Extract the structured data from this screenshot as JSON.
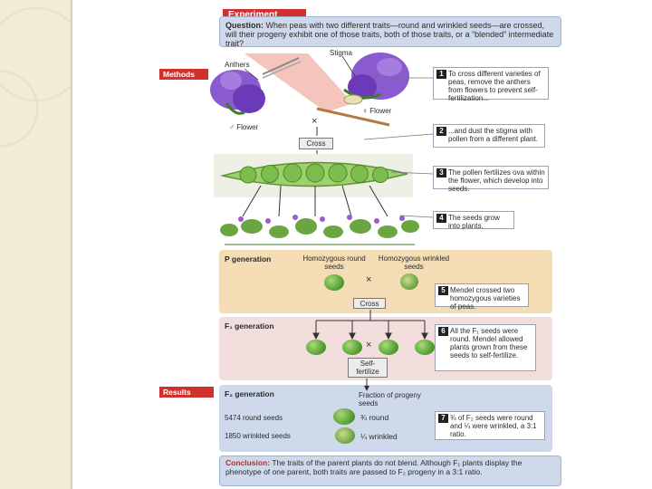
{
  "experiment_label": "Experiment",
  "question": {
    "label": "Question:",
    "text": "When peas with two different traits—round and wrinkled seeds—are crossed, will their progeny exhibit one of those traits, both of those traits, or a “blended” intermediate trait?"
  },
  "methods_label": "Methods",
  "results_label": "Results",
  "labels": {
    "anthers": "Anthers",
    "stigma": "Stigma",
    "male_flower": "♂ Flower",
    "female_flower": "♀ Flower",
    "cross_symbol": "×",
    "cross": "Cross",
    "self_fertilize": "Self-\nfertilize"
  },
  "steps": [
    {
      "num": "1",
      "text": "To cross different varieties of peas, remove the anthers from flowers to prevent self-fertilization..."
    },
    {
      "num": "2",
      "text": "...and dust the stigma with pollen from a different plant."
    },
    {
      "num": "3",
      "text": "The pollen fertilizes ova within the flower, which develop into seeds."
    },
    {
      "num": "4",
      "text": "The seeds grow into plants."
    },
    {
      "num": "5",
      "text": "Mendel crossed two homozygous varieties of peas."
    },
    {
      "num": "6",
      "text": "All the F₁ seeds were round. Mendel allowed plants grown from these seeds to self-fertilize."
    },
    {
      "num": "7",
      "text": "¾ of F₂ seeds were round and ¼ were wrinkled, a 3:1 ratio."
    }
  ],
  "p_generation": {
    "title": "P generation",
    "col1": "Homozygous round seeds",
    "col2": "Homozygous wrinkled seeds"
  },
  "f1_generation": {
    "title": "F₁ generation"
  },
  "f2_generation": {
    "title": "F₂ generation",
    "fraction_header": "Fraction of progeny seeds",
    "rows": [
      {
        "count": "5474 round seeds",
        "fraction": "¾ round"
      },
      {
        "count": "1850 wrinkled seeds",
        "fraction": "¼ wrinkled"
      }
    ]
  },
  "conclusion": {
    "label": "Conclusion:",
    "text": "The traits of the parent plants do not blend. Although F₁ plants display the phenotype of one parent, both traits are passed to F₂ progeny in a 3:1 ratio."
  },
  "colors": {
    "accent": "#d0312d",
    "question_bg": "#cfd9ec",
    "p_bg": "#f4dcb4",
    "f1_bg": "#f3dede",
    "f2_bg": "#cfd9ec"
  }
}
